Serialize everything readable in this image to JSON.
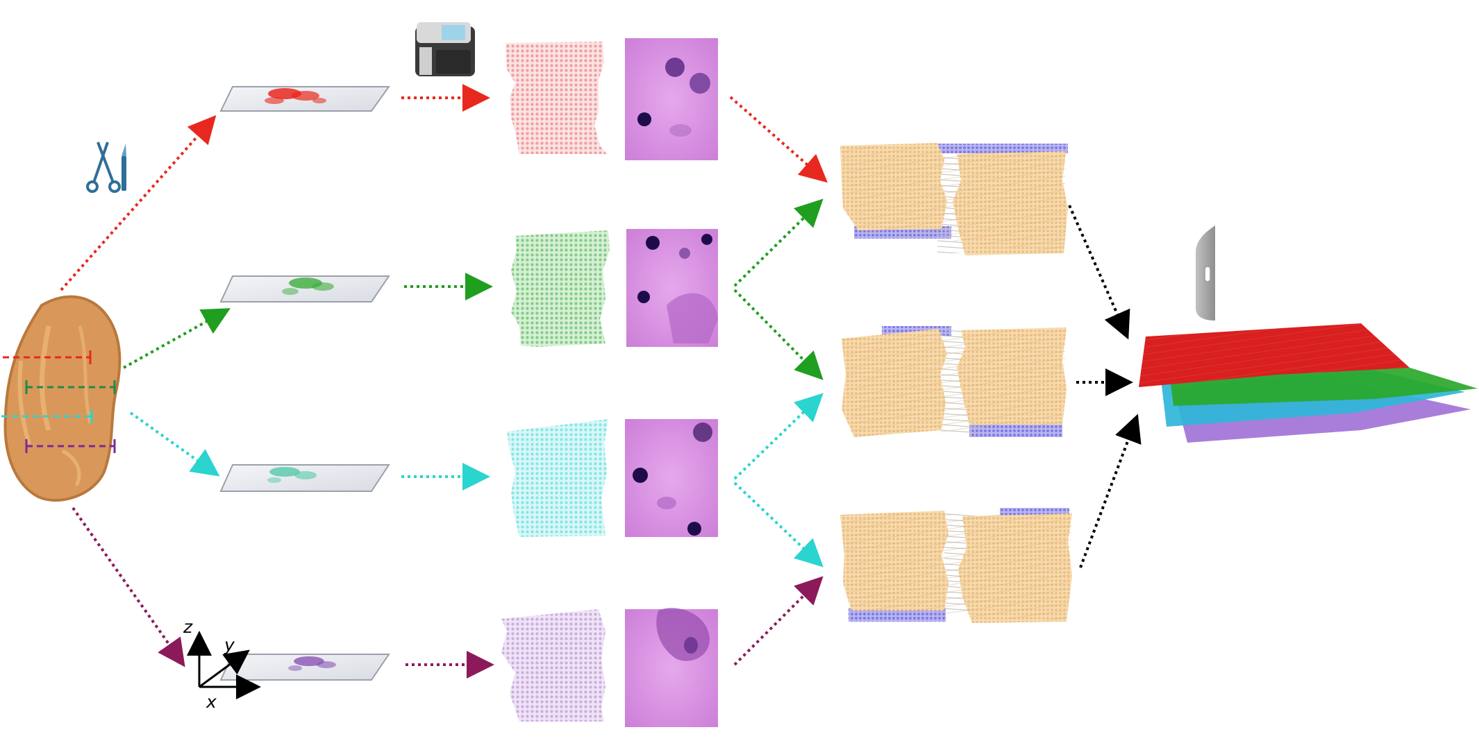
{
  "axes": {
    "x_label": "x",
    "y_label": "y",
    "z_label": "z"
  },
  "colors": {
    "red": "#e8281e",
    "green": "#1f9e1f",
    "cyan": "#2ad4cf",
    "purple": "#8c1a5a",
    "black": "#000000",
    "tissue": "#d99a55",
    "aligned_slice": "#f2c98c",
    "unaligned_edge": "#8a86e6",
    "stack_red": "#d91f1f",
    "stack_green": "#2aa82a",
    "stack_cyan": "#2fb6d8",
    "stack_purple": "#9a6ad0",
    "he_stain": "#d58ee0",
    "nucleus": "#3a1a6a"
  },
  "icons": {
    "tools": "scissors-scalpel-icon",
    "sequencer": "sequencer-icon",
    "viewer": "3d-viewer-icon"
  },
  "sections": [
    {
      "name": "section-1",
      "color_key": "red",
      "spot_fill": "#f3a9a9"
    },
    {
      "name": "section-2",
      "color_key": "green",
      "spot_fill": "#8fd08f"
    },
    {
      "name": "section-3",
      "color_key": "cyan",
      "spot_fill": "#93ecec"
    },
    {
      "name": "section-4",
      "color_key": "purple",
      "spot_fill": "#d3b5e4"
    }
  ],
  "alignments": [
    {
      "name": "alignment-1-2",
      "pair": "red-green"
    },
    {
      "name": "alignment-2-3",
      "pair": "green-cyan"
    },
    {
      "name": "alignment-3-4",
      "pair": "cyan-purple"
    }
  ],
  "stack": {
    "layers": [
      "red",
      "green",
      "cyan",
      "purple"
    ]
  }
}
